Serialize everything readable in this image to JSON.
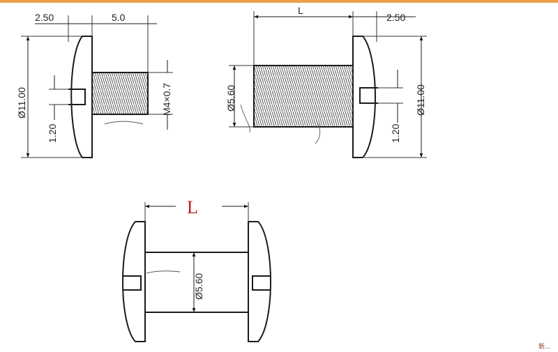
{
  "colors": {
    "accent_bar": "#e8a04a",
    "label_red": "#c0161c",
    "ink": "#1a1a1a"
  },
  "view_screw": {
    "head_thickness": "2.50",
    "thread_length": "5.0",
    "head_diameter": "Ø11.00",
    "slot_width": "1.20",
    "thread": "M4×0.7"
  },
  "view_post": {
    "length": "L",
    "head_thickness": "2.50",
    "shank_diameter": "Ø5.60",
    "head_diameter": "Ø11.00",
    "slot_width": "1.20"
  },
  "view_assembly": {
    "length": "L",
    "shank_diameter": "Ø5.60"
  },
  "corner_mark": "新..."
}
